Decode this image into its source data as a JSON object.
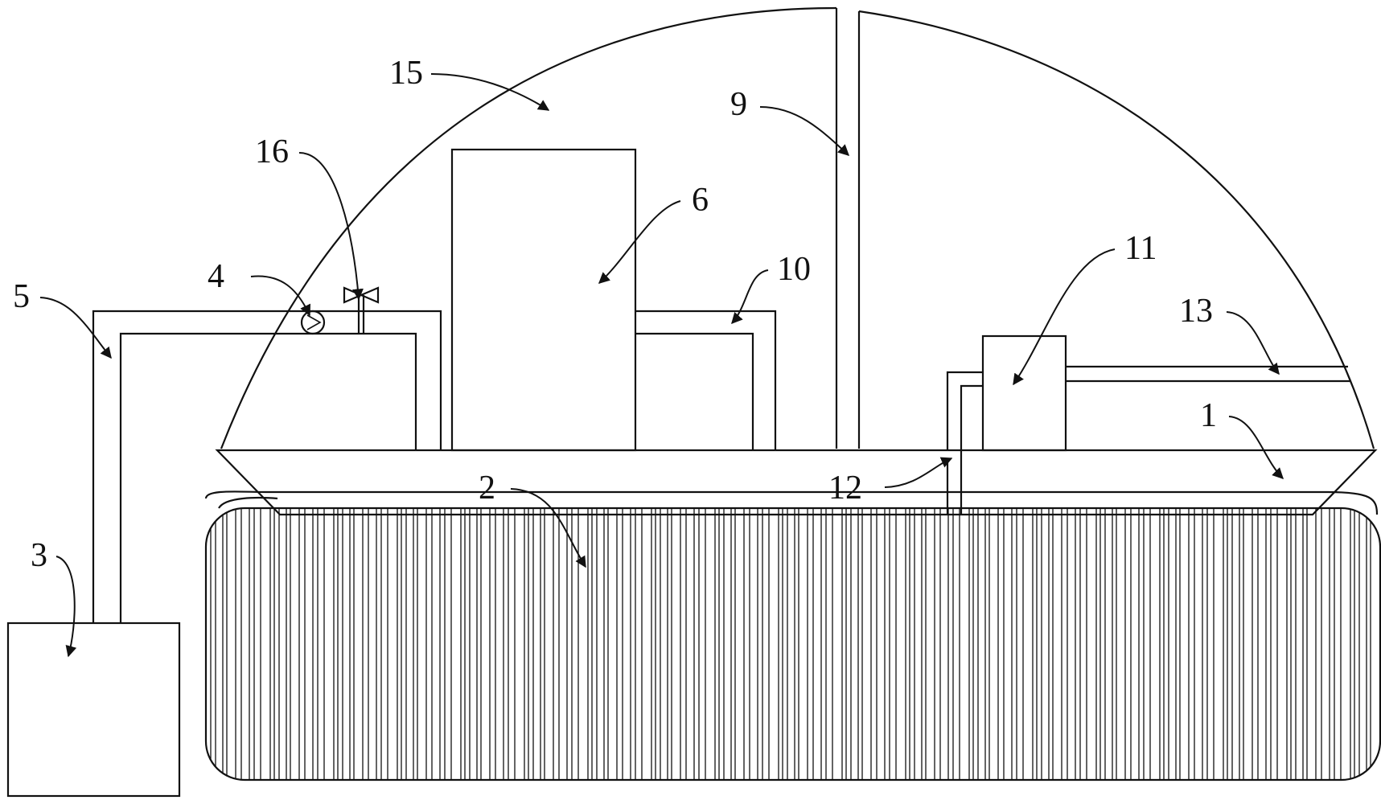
{
  "labels": {
    "l1": "1",
    "l2": "2",
    "l3": "3",
    "l4": "4",
    "l5": "5",
    "l6": "6",
    "l9": "9",
    "l10": "10",
    "l11": "11",
    "l12": "12",
    "l13": "13",
    "l15": "15",
    "l16": "16"
  }
}
